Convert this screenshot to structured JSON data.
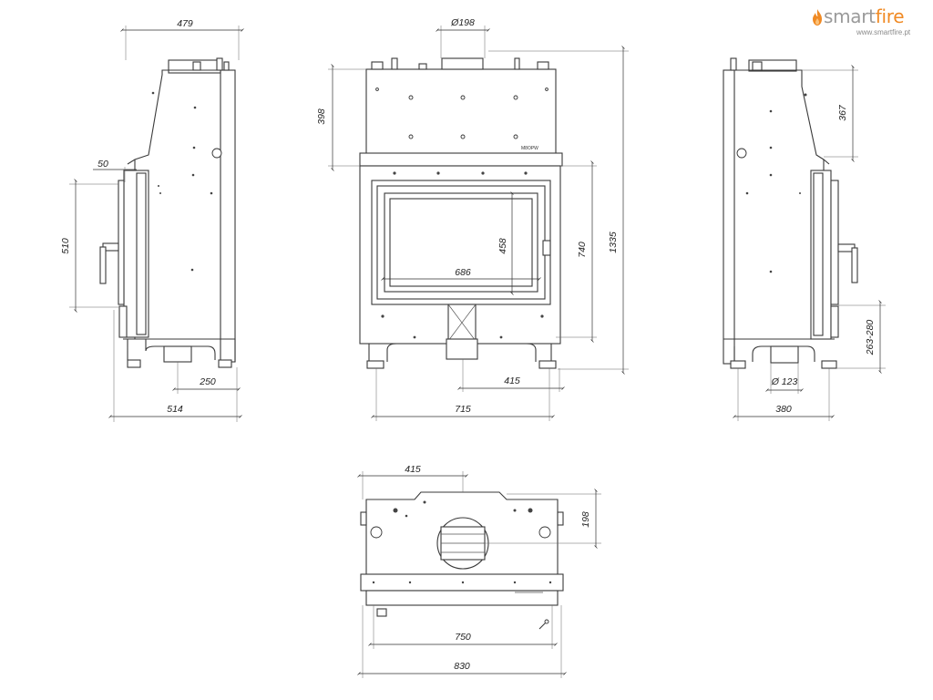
{
  "brand": {
    "name_smart": "smart",
    "name_fire": "fire",
    "url": "www.smartfire.pt",
    "accent_color": "#f08a24",
    "icon": "flame-icon"
  },
  "front_view": {
    "plate_label": "M8OPW",
    "dims": {
      "flue": "Ø198",
      "upper_height": "398",
      "glass_height": "458",
      "glass_width": "686",
      "body_height": "740",
      "total_height": "1335",
      "outlet_offset": "415",
      "overall_width": "715"
    }
  },
  "side_view_left": {
    "dims": {
      "top_depth": "479",
      "frame_offset": "50",
      "door_height": "510",
      "outlet_offset": "250",
      "overall_depth": "514"
    }
  },
  "side_view_right": {
    "dims": {
      "upper_height": "367",
      "air_inlet_height": "263-280",
      "air_inlet_diameter": "Ø 123",
      "overall_depth": "380"
    }
  },
  "top_view": {
    "dims": {
      "flue_offset": "415",
      "flue_depth": "198",
      "inner_width": "750",
      "overall_width": "830"
    }
  }
}
